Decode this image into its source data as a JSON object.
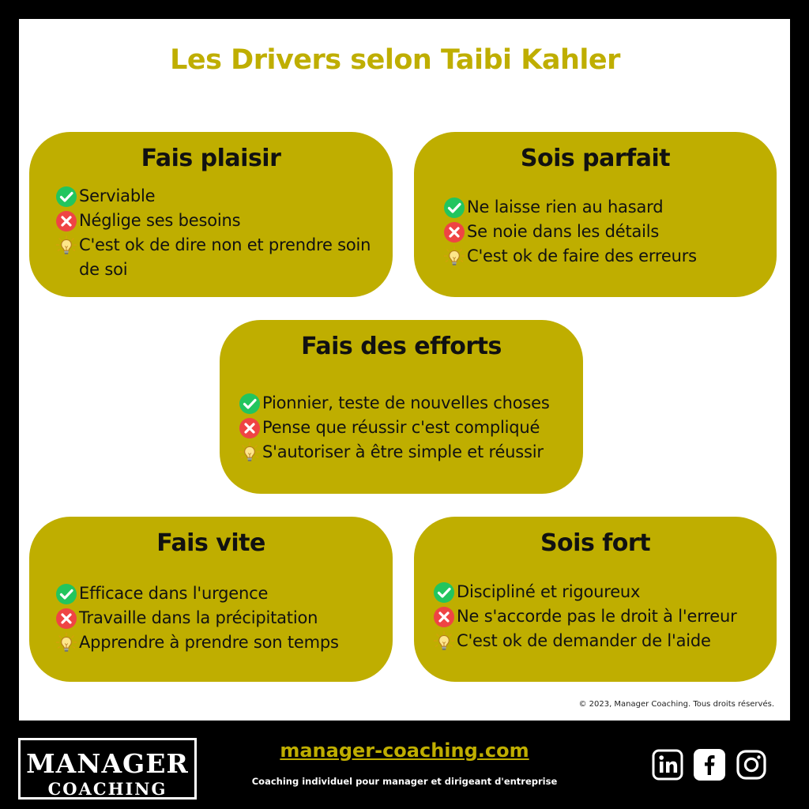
{
  "title": "Les Drivers selon Taibi Kahler",
  "cards": [
    {
      "id": "plaisir",
      "title": "Fais plaisir",
      "items": [
        {
          "icon": "check-icon",
          "text": "Serviable"
        },
        {
          "icon": "cross-icon",
          "text": "Néglige ses besoins"
        },
        {
          "icon": "lightbulb-icon",
          "text": "C'est ok de dire non et prendre soin de soi"
        }
      ]
    },
    {
      "id": "parfait",
      "title": "Sois parfait",
      "items": [
        {
          "icon": "check-icon",
          "text": "Ne laisse rien au hasard"
        },
        {
          "icon": "cross-icon",
          "text": "Se noie dans les détails"
        },
        {
          "icon": "lightbulb-icon",
          "text": "C'est ok de faire des erreurs"
        }
      ]
    },
    {
      "id": "efforts",
      "title": "Fais des efforts",
      "items": [
        {
          "icon": "check-icon",
          "text": "Pionnier, teste de nouvelles choses"
        },
        {
          "icon": "cross-icon",
          "text": "Pense que réussir c'est compliqué"
        },
        {
          "icon": "lightbulb-icon",
          "text": "S'autoriser à être simple et réussir"
        }
      ]
    },
    {
      "id": "vite",
      "title": "Fais vite",
      "items": [
        {
          "icon": "check-icon",
          "text": "Efficace dans l'urgence"
        },
        {
          "icon": "cross-icon",
          "text": "Travaille dans la précipitation"
        },
        {
          "icon": "lightbulb-icon",
          "text": "Apprendre à prendre son temps"
        }
      ]
    },
    {
      "id": "fort",
      "title": "Sois fort",
      "items": [
        {
          "icon": "check-icon",
          "text": "Discipliné et rigoureux"
        },
        {
          "icon": "cross-icon",
          "text": "Ne s'accorde pas le droit à l'erreur"
        },
        {
          "icon": "lightbulb-icon",
          "text": "C'est ok de demander de l'aide"
        }
      ]
    }
  ],
  "copyright": "© 2023, Manager Coaching. Tous droits réservés.",
  "footer": {
    "logo_main": "MANAGER",
    "logo_sub": "COACHING",
    "website": "manager-coaching.com",
    "tagline": "Coaching individuel pour manager et dirigeant d'entreprise",
    "social": [
      "linkedin-icon",
      "facebook-icon",
      "instagram-icon"
    ]
  },
  "colors": {
    "accent": "#bfae00",
    "background": "#000000",
    "panel": "#ffffff",
    "check": "#22c55e",
    "cross": "#ef4444"
  }
}
